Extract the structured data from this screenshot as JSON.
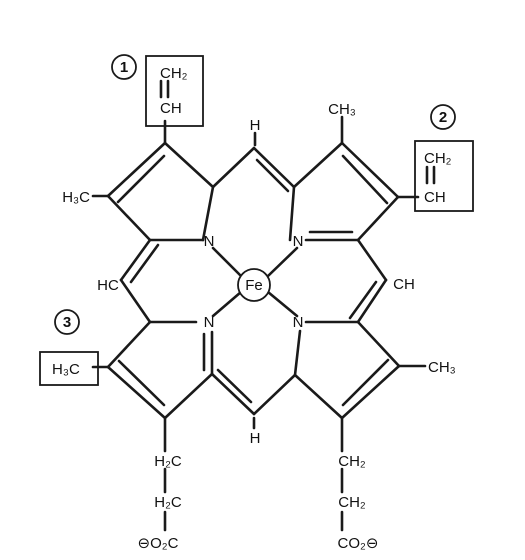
{
  "molecule": {
    "center_atom": "Fe",
    "labels": {
      "n1": "N",
      "n2": "N",
      "n3": "N",
      "n4": "N",
      "h_top": "H",
      "h_bottom": "H",
      "hc_left": "HC",
      "ch_right": "CH",
      "h3c_ring1": "H₃C",
      "ch3_top_right": "CH₃",
      "ch3_ring4": "CH₃",
      "vinyl1_ch2": "CH₂",
      "vinyl1_ch": "CH",
      "vinyl2_ch2": "CH₂",
      "vinyl2_ch": "CH",
      "methyl3": "H₃C",
      "prop_left_1": "H₂C",
      "prop_left_2": "H₂C",
      "prop_left_end": "⊖O₂C",
      "prop_right_1": "CH₂",
      "prop_right_2": "CH₂",
      "prop_right_end": "CO₂⊖"
    },
    "site_numbers": [
      "1",
      "2",
      "3"
    ]
  }
}
